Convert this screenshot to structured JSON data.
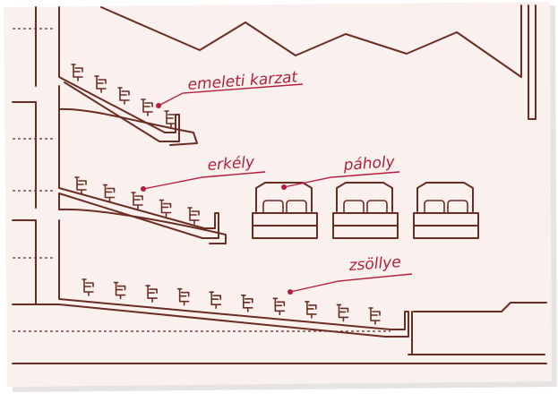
{
  "labels": {
    "upper_gallery": "emeleti karzat",
    "balcony": "erkély",
    "box": "páholy",
    "stalls": "zsöllye"
  },
  "colors": {
    "background_paper": "#faf1ef",
    "line": "#6b2d22",
    "accent": "#b51d3c"
  }
}
